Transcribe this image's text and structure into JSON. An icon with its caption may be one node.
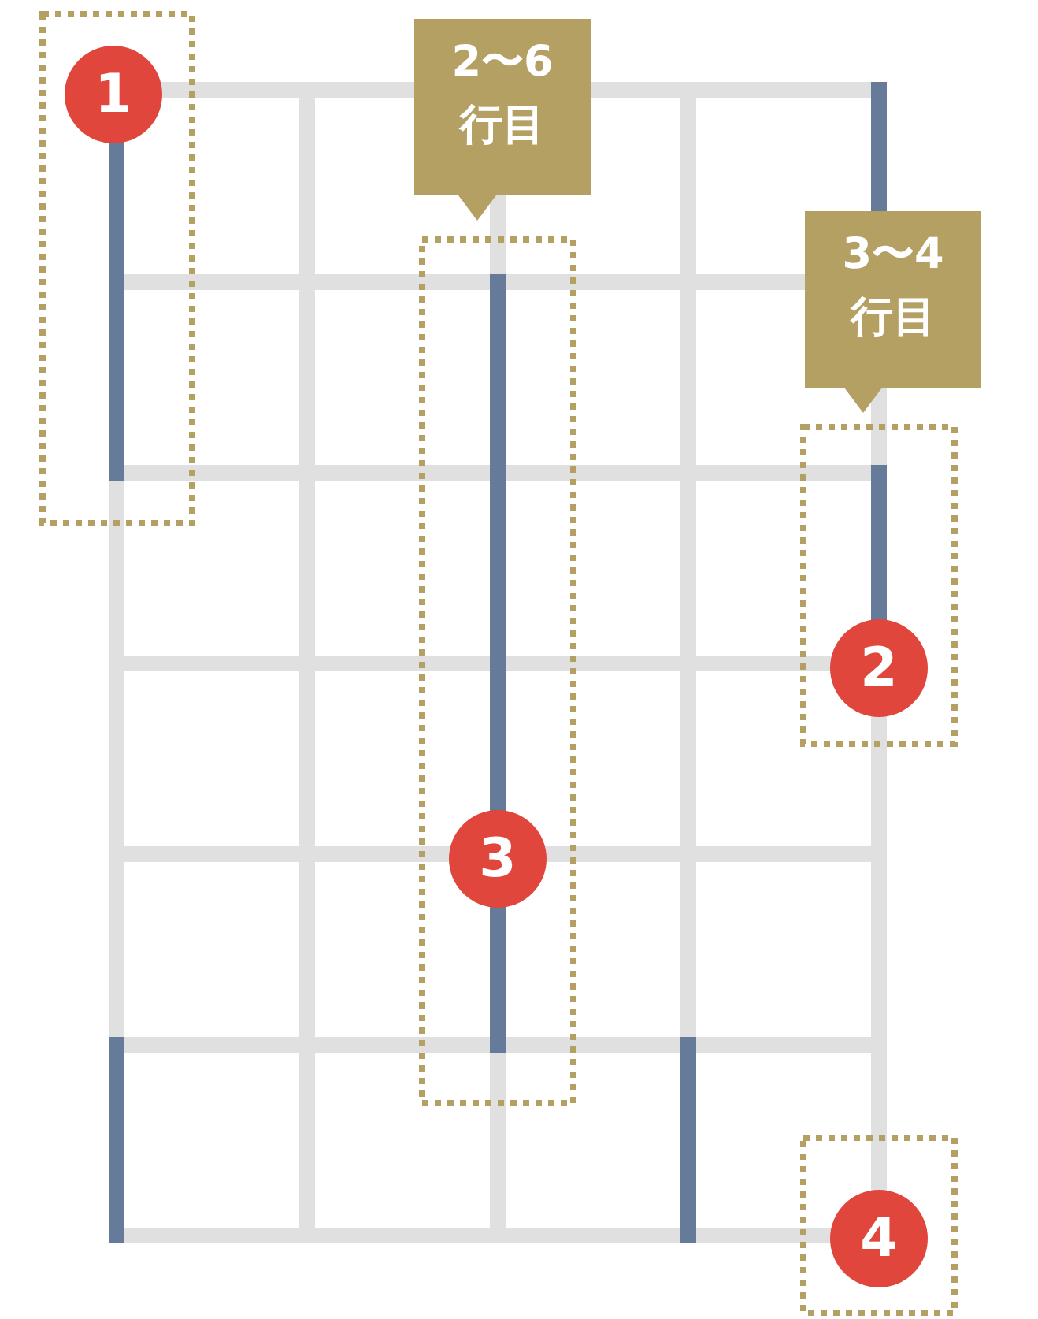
{
  "diagram": {
    "nodes": [
      {
        "text": [
          "1"
        ]
      },
      {
        "text": [
          "2〜6行目"
        ]
      },
      {
        "text": [
          "3〜4行目"
        ]
      },
      {
        "text": [
          "2"
        ]
      },
      {
        "text": [
          "3"
        ]
      },
      {
        "text": [
          "4"
        ]
      }
    ]
  }
}
